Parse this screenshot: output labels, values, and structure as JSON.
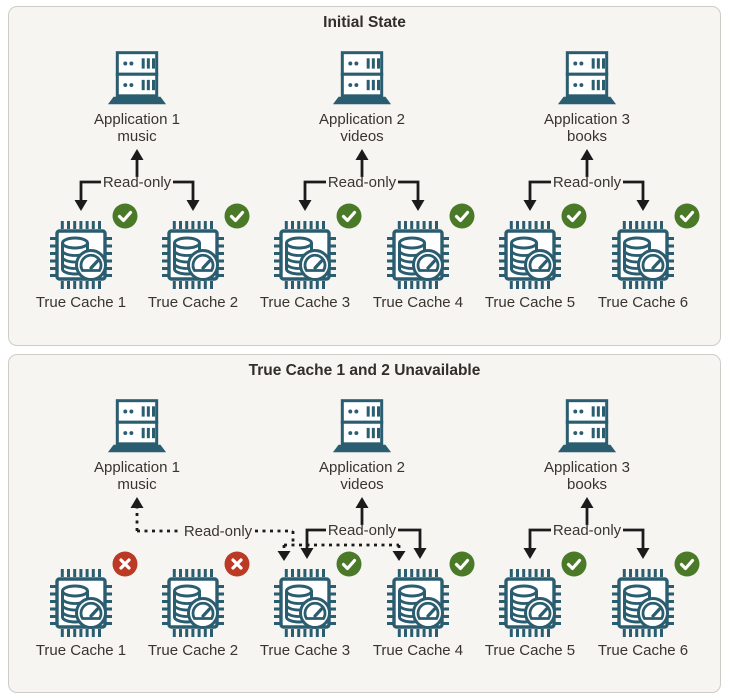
{
  "colors": {
    "icon_teal": "#2b5d70",
    "available_green": "#4a7a28",
    "unavailable_red": "#bb3a26",
    "panel_background": "#f6f5f2",
    "panel_border": "#cfccc7",
    "connector_line": "#1b1b1b",
    "text": "#39342e"
  },
  "panels": [
    {
      "title": "Initial State",
      "groups": [
        {
          "app": {
            "name": "Application 1",
            "category": "music"
          },
          "link_label": "Read-only",
          "link_style": "solid"
        },
        {
          "app": {
            "name": "Application 2",
            "category": "videos"
          },
          "link_label": "Read-only",
          "link_style": "solid"
        },
        {
          "app": {
            "name": "Application 3",
            "category": "books"
          },
          "link_label": "Read-only",
          "link_style": "solid"
        }
      ],
      "caches": [
        {
          "label": "True Cache 1",
          "status": "available"
        },
        {
          "label": "True Cache 2",
          "status": "available"
        },
        {
          "label": "True Cache 3",
          "status": "available"
        },
        {
          "label": "True Cache 4",
          "status": "available"
        },
        {
          "label": "True Cache 5",
          "status": "available"
        },
        {
          "label": "True Cache 6",
          "status": "available"
        }
      ]
    },
    {
      "title": "True Cache 1 and 2 Unavailable",
      "groups": [
        {
          "app": {
            "name": "Application 1",
            "category": "music"
          },
          "link_label": "Read-only",
          "link_style": "dashed",
          "failover_targets": [
            "True Cache 3",
            "True Cache 4"
          ]
        },
        {
          "app": {
            "name": "Application 2",
            "category": "videos"
          },
          "link_label": "Read-only",
          "link_style": "solid"
        },
        {
          "app": {
            "name": "Application 3",
            "category": "books"
          },
          "link_label": "Read-only",
          "link_style": "solid"
        }
      ],
      "caches": [
        {
          "label": "True Cache 1",
          "status": "unavailable"
        },
        {
          "label": "True Cache 2",
          "status": "unavailable"
        },
        {
          "label": "True Cache 3",
          "status": "available"
        },
        {
          "label": "True Cache 4",
          "status": "available"
        },
        {
          "label": "True Cache 5",
          "status": "available"
        },
        {
          "label": "True Cache 6",
          "status": "available"
        }
      ]
    }
  ]
}
